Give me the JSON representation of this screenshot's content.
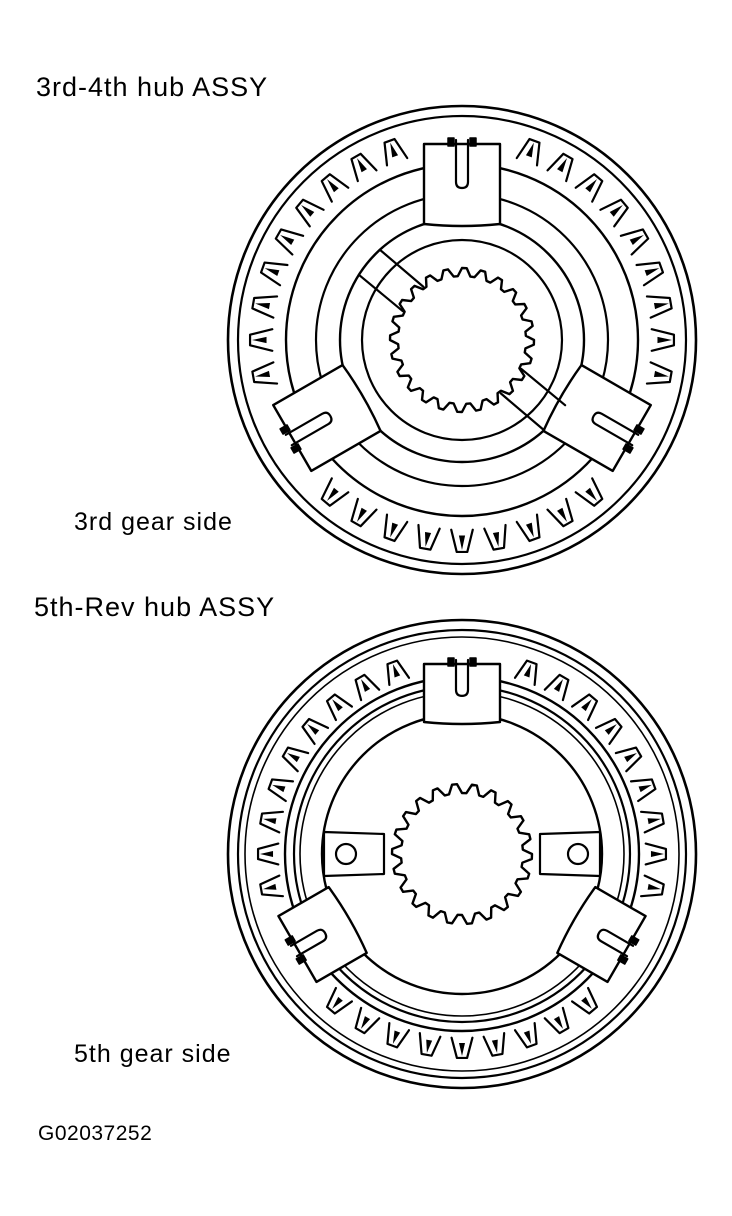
{
  "figure": {
    "code": "G02037252",
    "line_color": "#000000",
    "background": "#ffffff"
  },
  "hubs": [
    {
      "title": "3rd-4th hub ASSY",
      "side_label": "3rd gear side",
      "variant": "3rd-4th"
    },
    {
      "title": "5th-Rev hub ASSY",
      "side_label": "5th gear side",
      "variant": "5th-rev"
    }
  ]
}
